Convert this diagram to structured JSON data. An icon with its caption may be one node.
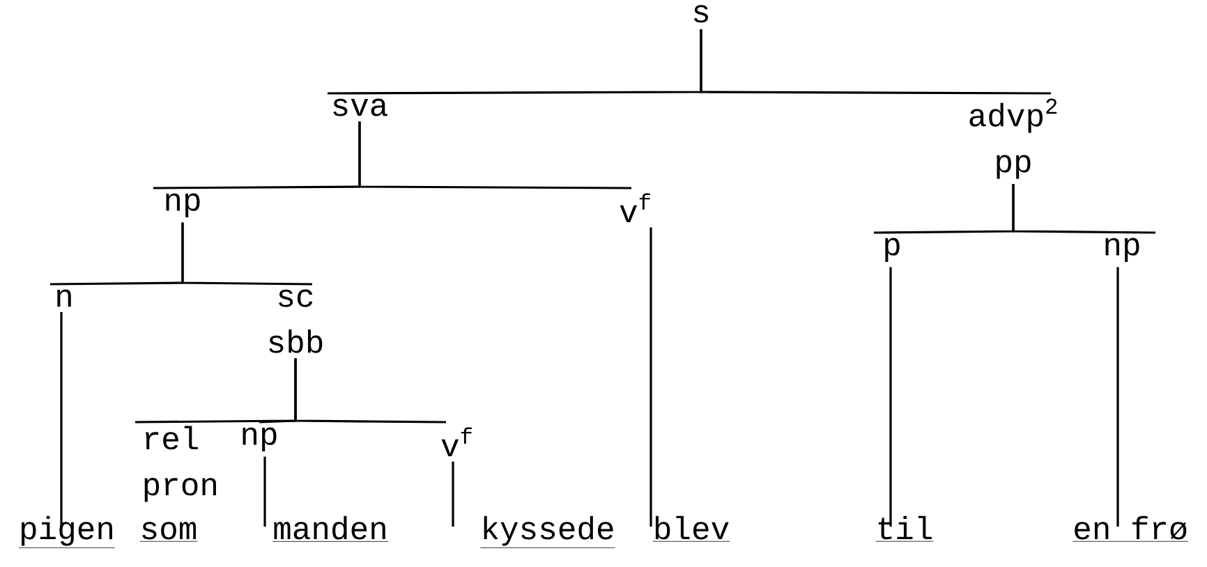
{
  "diagram": {
    "nodes": [
      {
        "text": [
          "s"
        ]
      },
      {
        "text": [
          "sva"
        ]
      },
      {
        "text": [
          "advp$^{2}$",
          "pp"
        ]
      },
      {
        "text": [
          "np"
        ]
      },
      {
        "text": [
          "v$^{f}$"
        ]
      },
      {
        "text": [
          "n"
        ]
      },
      {
        "text": [
          "sc",
          "sbb"
        ]
      },
      {
        "text": [
          "rel pron"
        ]
      },
      {
        "text": [
          "np"
        ]
      },
      {
        "text": [
          "v$^{f}$"
        ]
      },
      {
        "text": [
          "p"
        ]
      },
      {
        "text": [
          "np"
        ]
      },
      {
        "text": [
          "pigen"
        ]
      },
      {
        "text": [
          "som"
        ]
      },
      {
        "text": [
          "manden"
        ]
      },
      {
        "text": [
          "kyssede"
        ]
      },
      {
        "text": [
          "blev"
        ]
      },
      {
        "text": [
          "til"
        ]
      },
      {
        "text": [
          "en frø"
        ]
      }
    ],
    "edges": [
      {
        "from": 0,
        "to": 1,
        "arrow": "none"
      },
      {
        "from": 0,
        "to": 2,
        "arrow": "none"
      },
      {
        "from": 1,
        "to": 3,
        "arrow": "none"
      },
      {
        "from": 1,
        "to": 4,
        "arrow": "none"
      },
      {
        "from": 3,
        "to": 5,
        "arrow": "none"
      },
      {
        "from": 3,
        "to": 6,
        "arrow": "none"
      },
      {
        "from": 6,
        "to": 7,
        "arrow": "none"
      },
      {
        "from": 6,
        "to": 8,
        "arrow": "none"
      },
      {
        "from": 6,
        "to": 9,
        "arrow": "none"
      },
      {
        "from": 2,
        "to": 10,
        "arrow": "none"
      },
      {
        "from": 2,
        "to": 11,
        "arrow": "none"
      },
      {
        "from": 5,
        "to": 12,
        "arrow": "none"
      },
      {
        "from": 8,
        "to": 14,
        "arrow": "none"
      },
      {
        "from": 9,
        "to": 15,
        "arrow": "none"
      },
      {
        "from": 4,
        "to": 16,
        "arrow": "none"
      },
      {
        "from": 10,
        "to": 17,
        "arrow": "none"
      },
      {
        "from": 11,
        "to": 18,
        "arrow": "none"
      }
    ]
  }
}
